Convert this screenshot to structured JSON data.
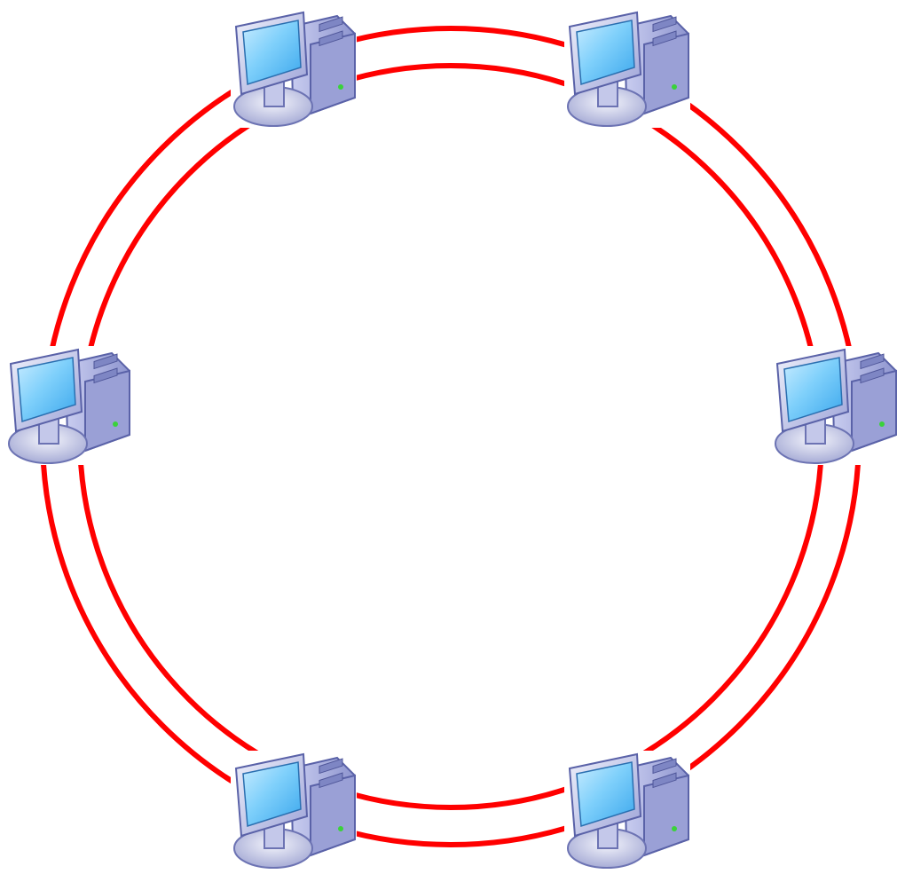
{
  "diagram": {
    "type": "dual-ring-network-topology",
    "ring_color": "#ff0000",
    "rings": [
      "outer-ring",
      "inner-ring"
    ],
    "nodes": [
      {
        "name": "computer-node-top-left",
        "icon": "desktop-computer-icon"
      },
      {
        "name": "computer-node-top-right",
        "icon": "desktop-computer-icon"
      },
      {
        "name": "computer-node-left",
        "icon": "desktop-computer-icon"
      },
      {
        "name": "computer-node-right",
        "icon": "desktop-computer-icon"
      },
      {
        "name": "computer-node-bottom-left",
        "icon": "desktop-computer-icon"
      },
      {
        "name": "computer-node-bottom-right",
        "icon": "desktop-computer-icon"
      }
    ],
    "colors": {
      "screen": "#5fc0f5",
      "screen_light": "#c9ecff",
      "bezel": "#b8bde6",
      "tower": "#aeb4e4",
      "tower_dark": "#7e86c4",
      "base": "#d4d7ef",
      "led": "#3ad23a"
    }
  }
}
